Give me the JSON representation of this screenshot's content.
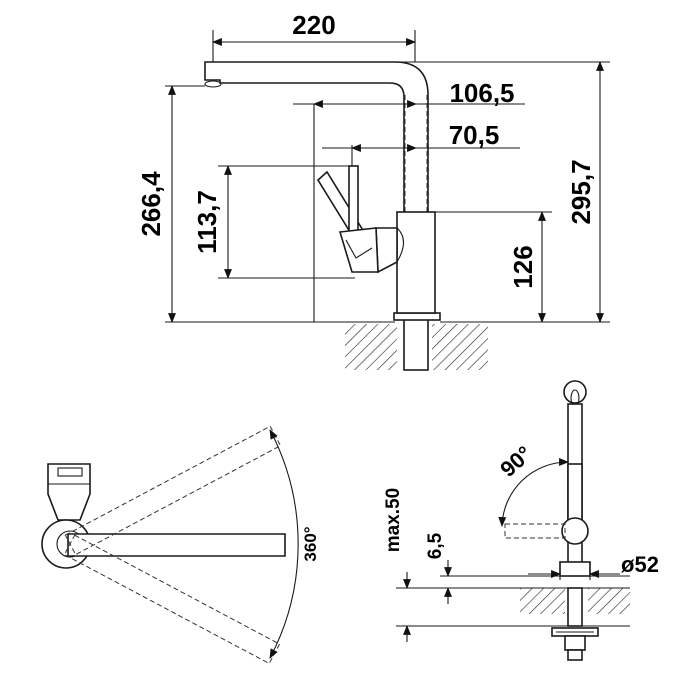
{
  "side_view": {
    "dims": {
      "width_220": "220",
      "reach_106_5": "106,5",
      "reach_70_5": "70,5",
      "height_266_4": "266,4",
      "height_113_7": "113,7",
      "height_126": "126",
      "height_295_7": "295,7"
    }
  },
  "top_view": {
    "swivel_angle": "360°"
  },
  "front_view": {
    "lever_angle": "90°",
    "max_thickness": "max.50",
    "min_thickness": "6,5",
    "hole_diameter": "ø52"
  }
}
